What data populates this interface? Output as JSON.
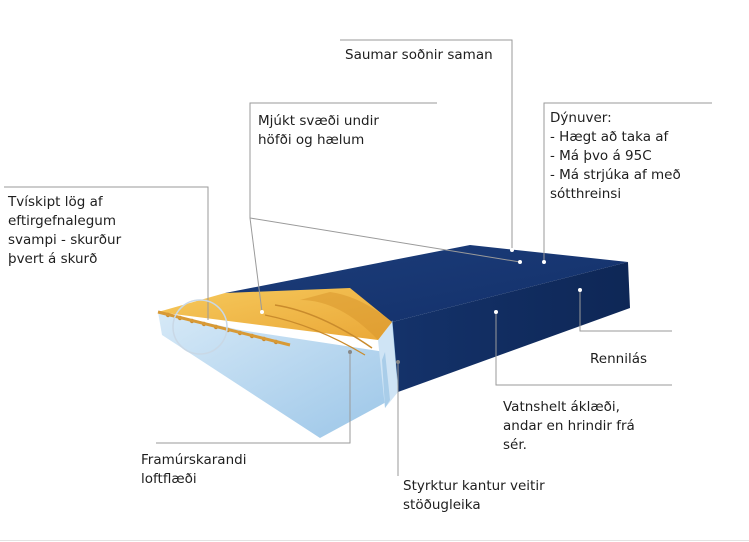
{
  "labels": {
    "seams": [
      "Saumar soðnir saman"
    ],
    "soft_zone": [
      "Mjúkt svæði undir",
      "höfði og hælum"
    ],
    "cover": [
      "Dýnuver:",
      "- Hægt að taka af",
      "- Má þvo á 95C",
      "- Má strjúka af með",
      "sótthreinsi"
    ],
    "two_layer": [
      "Tvískipt lög af",
      "eftirgefnalegum",
      "svampi - skurður",
      "þvert á skurð"
    ],
    "zipper": [
      "Rennilás"
    ],
    "waterproof": [
      "Vatnshelt áklæði,",
      "andar en hrindir frá",
      "sér."
    ],
    "airflow": [
      "Framúrskarandi",
      "loftflæði"
    ],
    "edge": [
      "Styrktur kantur veitir",
      "stöðugleika"
    ]
  },
  "colors": {
    "cover_top": "#16346c",
    "cover_side": "#0f2a5c",
    "foam_yellow": "#f2bc4a",
    "foam_light": "#bcd8ef",
    "leader_line": "#9a9a9a"
  }
}
